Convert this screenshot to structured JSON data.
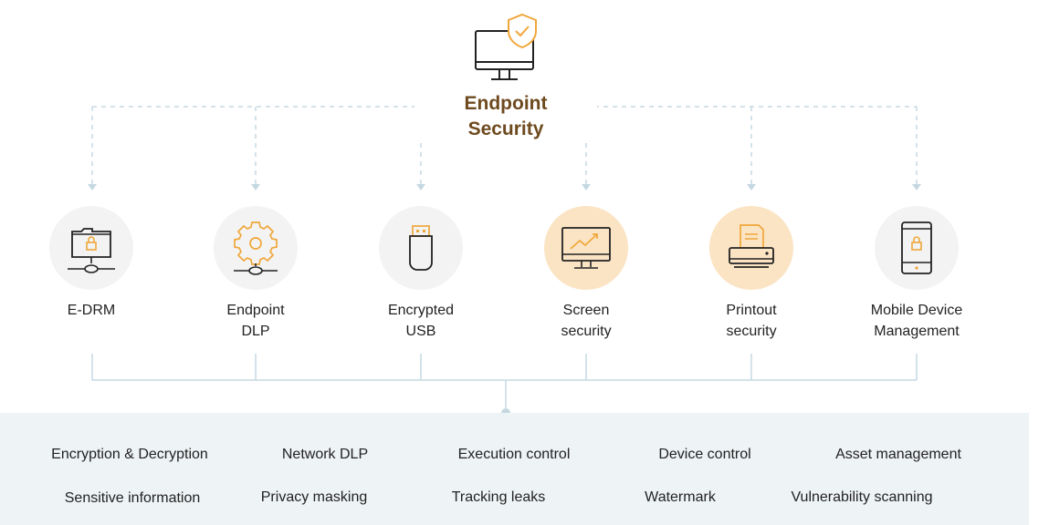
{
  "hero": {
    "icon": "monitor-shield-icon",
    "title_line1": "Endpoint",
    "title_line2": "Security"
  },
  "nodes": [
    {
      "icon": "network-folder-lock-icon",
      "line1": "E-DRM",
      "line2": "",
      "highlight": false
    },
    {
      "icon": "network-gear-icon",
      "line1": "Endpoint",
      "line2": "DLP",
      "highlight": false
    },
    {
      "icon": "usb-drive-icon",
      "line1": "Encrypted",
      "line2": "USB",
      "highlight": false
    },
    {
      "icon": "monitor-chart-icon",
      "line1": "Screen",
      "line2": "security",
      "highlight": true
    },
    {
      "icon": "printer-icon",
      "line1": "Printout",
      "line2": "security",
      "highlight": true
    },
    {
      "icon": "mobile-lock-icon",
      "line1": "Mobile Device",
      "line2": "Management",
      "highlight": false
    }
  ],
  "features": [
    "Encryption & Decryption",
    "Network DLP",
    "Execution control",
    "Device control",
    "Asset management",
    "Sensitive information",
    "Privacy masking",
    "Tracking leaks",
    "Watermark",
    "Vulnerability scanning"
  ],
  "colors": {
    "accent": "#f0a73a",
    "title": "#6e4a1f",
    "highlight_bg": "#fbe4c4",
    "connector": "#c5d8e2",
    "panel_bg": "#eef3f5"
  }
}
